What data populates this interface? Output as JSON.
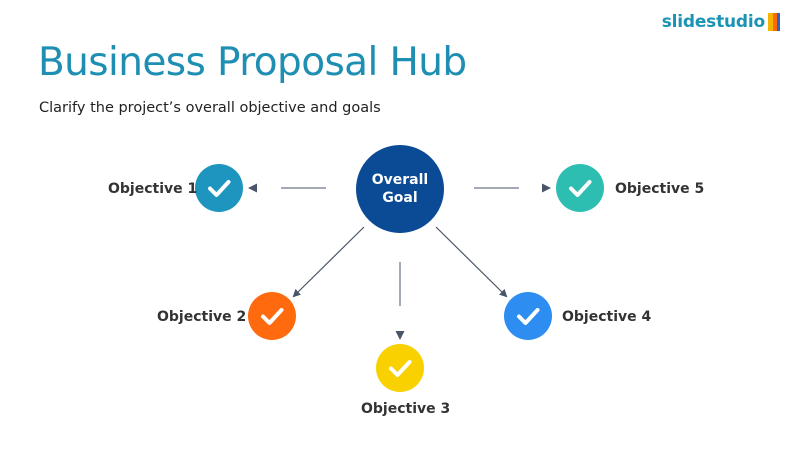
{
  "brand": {
    "name": "slidestudio"
  },
  "slide": {
    "title": "Business Proposal Hub",
    "subtitle": "Clarify the project’s overall objective and goals"
  },
  "center": {
    "line1": "Overall",
    "line2": "Goal",
    "color": "#0b4a94"
  },
  "objectives": [
    {
      "label": "Objective 1",
      "color": "#1d95bf",
      "icon": "check-icon"
    },
    {
      "label": "Objective 2",
      "color": "#ff6a0e",
      "icon": "check-icon"
    },
    {
      "label": "Objective 3",
      "color": "#f9d000",
      "icon": "check-icon"
    },
    {
      "label": "Objective 4",
      "color": "#2d8df0",
      "icon": "check-icon"
    },
    {
      "label": "Objective 5",
      "color": "#2ebdb1",
      "icon": "check-icon"
    }
  ],
  "connector_color": "#4a5568"
}
